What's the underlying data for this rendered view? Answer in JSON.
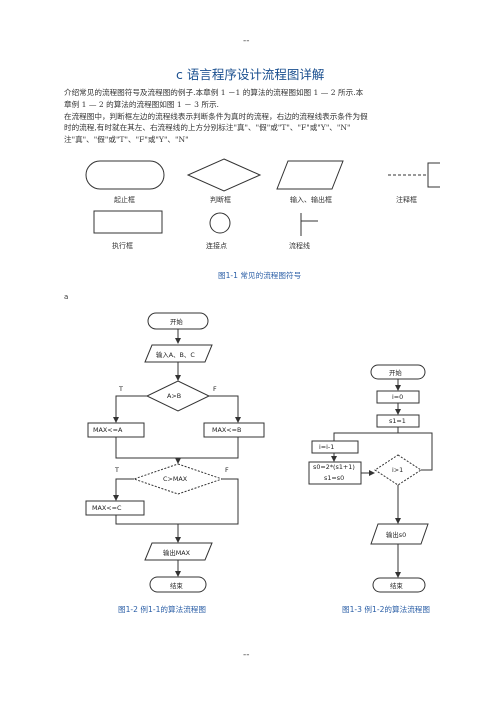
{
  "header_mark": "--",
  "footer_mark": "--",
  "title": "c 语言程序设计流程图详解",
  "intro_lines": [
    "介绍常见的流程图符号及流程图的例子.本章例 1 －1 的算法的流程图如图 1 — 2 所示.本",
    "章例 1 — 2 的算法的流程图如图 1 － 3 所示.",
    "在流程图中，判断框左边的流程线表示判断条件为真时的流程，右边的流程线表示条件为假",
    "时的流程,有时就在其左、右流程线的上方分别标注\"真\"、\"假\"或\"T\"、\"F\"或\"Y\"、\"N\"",
    "注\"真\"、\"假\"或\"T\"、\"F\"或\"Y\"、\"N\""
  ],
  "symbols": {
    "terminal": "起止框",
    "decision": "判断框",
    "io": "输入、输出框",
    "comment": "注释框",
    "process": "执行框",
    "connector": "连接点",
    "flowline": "流程线"
  },
  "fig1_caption": "图1-1   常见的流程图符号",
  "fig2_marker": "a",
  "fig2": {
    "start": "开始",
    "input": "输入A、B、C",
    "cond1": "A>B",
    "true1": "T",
    "false1": "F",
    "assign_a": "MAX<=A",
    "assign_b": "MAX<=B",
    "cond2": "C>MAX",
    "true2": "T",
    "false2": "F",
    "assign_c": "MAX<=C",
    "output": "输出MAX",
    "end": "结束",
    "caption": "图1-2   例1-1的算法流程图"
  },
  "fig3": {
    "start": "开始",
    "init_i": "i=0",
    "init_s": "s1=1",
    "dec": "i=i-1",
    "calc": "s0=2*(s1+1)",
    "calc2": "s1=s0",
    "cond": "i>1",
    "output": "输出s0",
    "end": "结束",
    "caption": "图1-3   例1-2的算法流程图"
  }
}
